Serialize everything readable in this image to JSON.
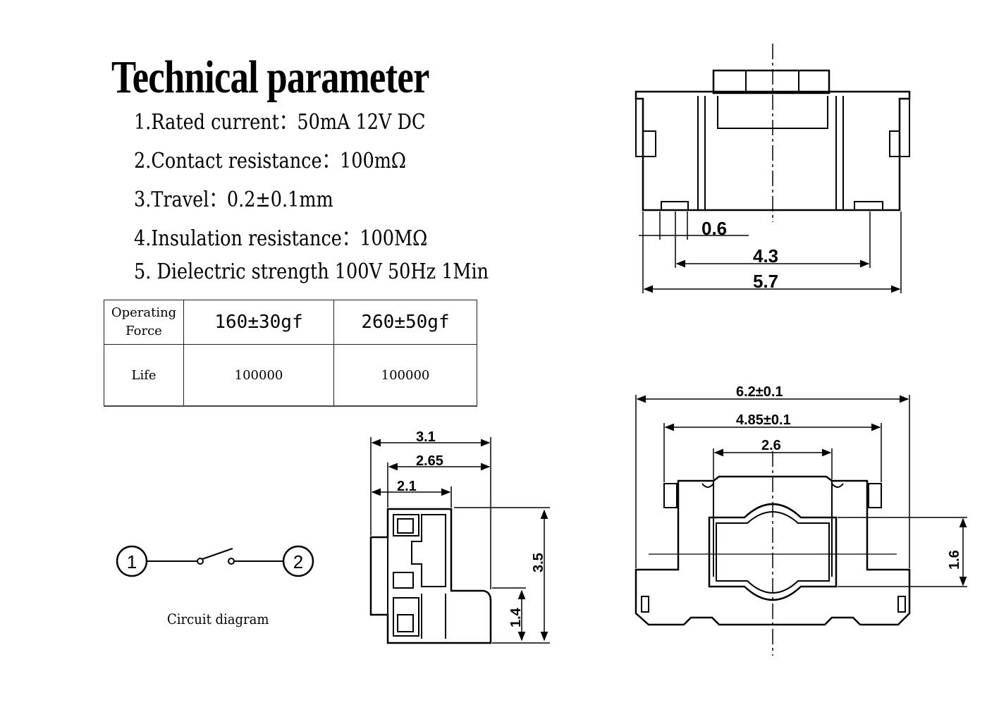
{
  "title": "Technical parameter",
  "parameters": [
    "1.Rated current：50mA 12V DC",
    "2.Contact resistance：100mΩ",
    "3.Travel：0.2±0.1mm",
    "4.Insulation resistance：100MΩ",
    "5. Dielectric strength 100V 50Hz 1Min"
  ],
  "table": {
    "operating_force_label": "Operating Force",
    "force_1": "160±30gf",
    "force_2": "260±50gf",
    "life_label": "Life",
    "life_1": "100000",
    "life_2": "100000"
  },
  "circuit": {
    "pin_1": "1",
    "pin_2": "2",
    "caption": "Circuit diagram"
  },
  "dimensions": {
    "front": {
      "d1": "0.6",
      "d2": "4.3",
      "d3": "5.7"
    },
    "side": {
      "d1": "3.1",
      "d2": "2.65",
      "d3": "2.1",
      "d4": "3.5",
      "d5": "1.4"
    },
    "top": {
      "d1": "6.2±0.1",
      "d2": "4.85±0.1",
      "d3": "2.6",
      "d4": "1.6"
    }
  }
}
